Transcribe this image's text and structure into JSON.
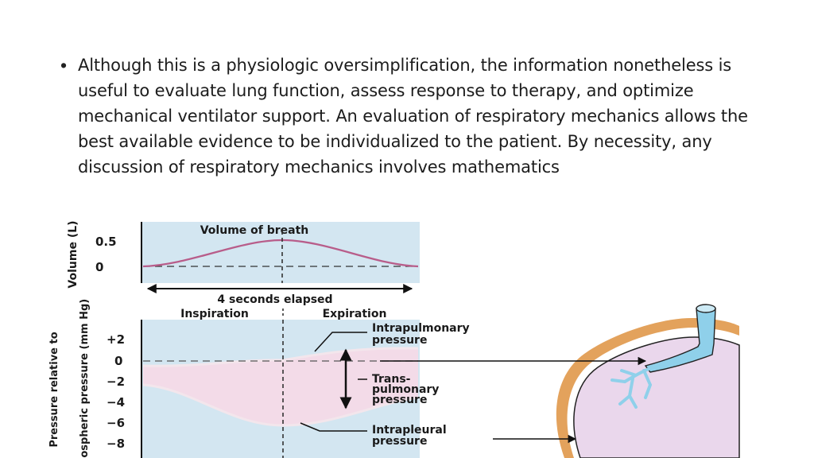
{
  "slide": {
    "bullet_text": "Although this is a physiologic oversimplification, the information nonetheless is useful to evaluate lung function, assess response to therapy, and optimize mechanical ventilator support. An evaluation of respiratory mechanics allows the best available evidence to be individualized to the patient. By necessity, any discussion of respiratory mechanics involves mathematics"
  },
  "diagram": {
    "volume_panel": {
      "title": "Volume of breath",
      "y_axis_label": "Volume (L)",
      "y_ticks": [
        "0.5",
        "0"
      ]
    },
    "elapsed_label": "4 seconds elapsed",
    "phase_labels": {
      "inspiration": "Inspiration",
      "expiration": "Expiration"
    },
    "pressure_panel": {
      "y_axis_label_line1": "Pressure relative to",
      "y_axis_label_line2": "atmospheric pressure (mm Hg)",
      "y_ticks": [
        "+2",
        "0",
        "−2",
        "−4",
        "−6",
        "−8"
      ]
    },
    "annotations": {
      "intrapulmonary_1": "Intrapulmonary",
      "intrapulmonary_2": "pressure",
      "transpulmonary_1": "Trans-",
      "transpulmonary_2": "pulmonary",
      "transpulmonary_3": "pressure",
      "intrapleural_1": "Intrapleural",
      "intrapleural_2": "pressure"
    },
    "colors": {
      "panel_fill": "#d3e6f1",
      "volume_curve": "#b85d8a",
      "lung_fill": "#ead7ec",
      "pleura": "#e3a25c",
      "airway": "#8fd0ea"
    }
  }
}
